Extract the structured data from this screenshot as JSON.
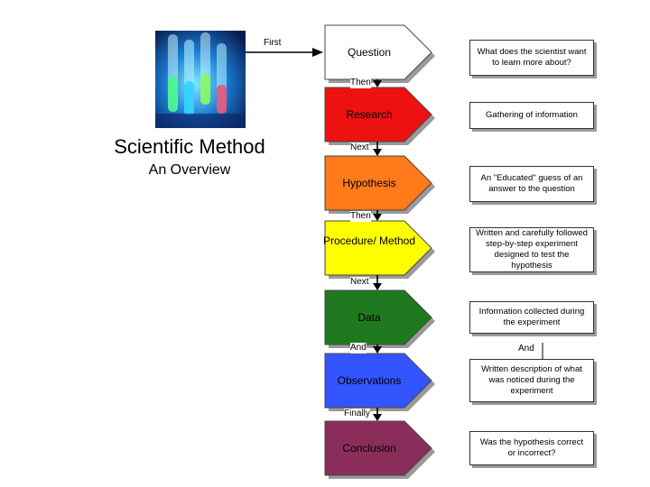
{
  "title": {
    "main": "Scientific Method",
    "sub": "An Overview"
  },
  "intro_label": "First",
  "steps": [
    {
      "label": "Question",
      "color": "#ffffff",
      "text_color": "#000000",
      "desc": "What does the scientist want to learn more about?"
    },
    {
      "label": "Research",
      "color": "#ee1111",
      "text_color": "#000000",
      "desc": "Gathering of information",
      "pre": "Then"
    },
    {
      "label": "Hypothesis",
      "color": "#ff7a1a",
      "text_color": "#000000",
      "desc": "An \"Educated\" guess of an answer to the question",
      "pre": "Next"
    },
    {
      "label": "Procedure/ Method",
      "color": "#ffff00",
      "text_color": "#000000",
      "desc": "Written and carefully followed step-by-step experiment designed to test the hypothesis",
      "pre": "Then"
    },
    {
      "label": "Data",
      "color": "#1f7a1f",
      "text_color": "#000000",
      "desc": "Information collected during the experiment",
      "pre": "Next"
    },
    {
      "label": "Observations",
      "color": "#3355ff",
      "text_color": "#000000",
      "desc": "Written description of what was noticed during the experiment",
      "pre": "And"
    },
    {
      "label": "Conclusion",
      "color": "#8b2d5a",
      "text_color": "#000000",
      "desc": "Was the hypothesis correct or incorrect?",
      "pre": "Finally"
    }
  ],
  "right_and": "And"
}
